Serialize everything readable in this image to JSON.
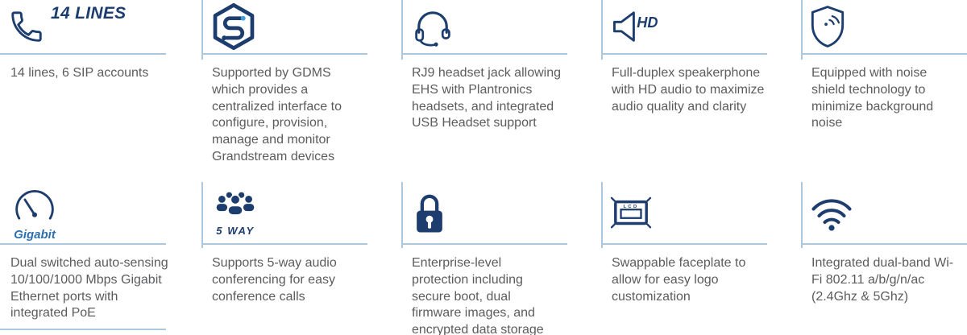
{
  "colors": {
    "icon_navy": "#1d3d6e",
    "divider_blue": "#abc8de",
    "text_gray": "#5b5c5e",
    "gigabit_blue": "#2c6fb0",
    "gdms_dot_blue": "#3f9fd8"
  },
  "features": [
    {
      "id": "lines",
      "badge": "14 LINES",
      "text": "14 lines, 6 SIP accounts"
    },
    {
      "id": "gdms",
      "text": "Supported by GDMS which provides a centralized interface to configure, provision, manage and monitor Grandstream devices"
    },
    {
      "id": "headset",
      "text": "RJ9 headset jack allowing EHS with Plantronics headsets, and integrated USB Headset support"
    },
    {
      "id": "speakerphone",
      "badge": "HD",
      "text": "Full-duplex speakerphone with HD audio to maximize audio quality and clarity"
    },
    {
      "id": "noise-shield",
      "text": "Equipped with noise shield technology to minimize background noise"
    },
    {
      "id": "gigabit",
      "badge": "Gigabit",
      "text": "Dual switched auto-sensing 10/100/1000 Mbps Gigabit Ethernet ports with integrated PoE"
    },
    {
      "id": "conferencing",
      "badge": "5 WAY",
      "text": "Supports 5-way audio conferencing for easy conference calls"
    },
    {
      "id": "security",
      "text": "Enterprise-level protection including secure boot, dual firmware images, and encrypted data storage"
    },
    {
      "id": "faceplate",
      "badge": "LCD",
      "text": "Swappable faceplate to allow for easy logo customization"
    },
    {
      "id": "wifi",
      "text": "Integrated dual-band Wi-Fi 802.11 a/b/g/n/ac (2.4Ghz & 5Ghz)"
    }
  ]
}
